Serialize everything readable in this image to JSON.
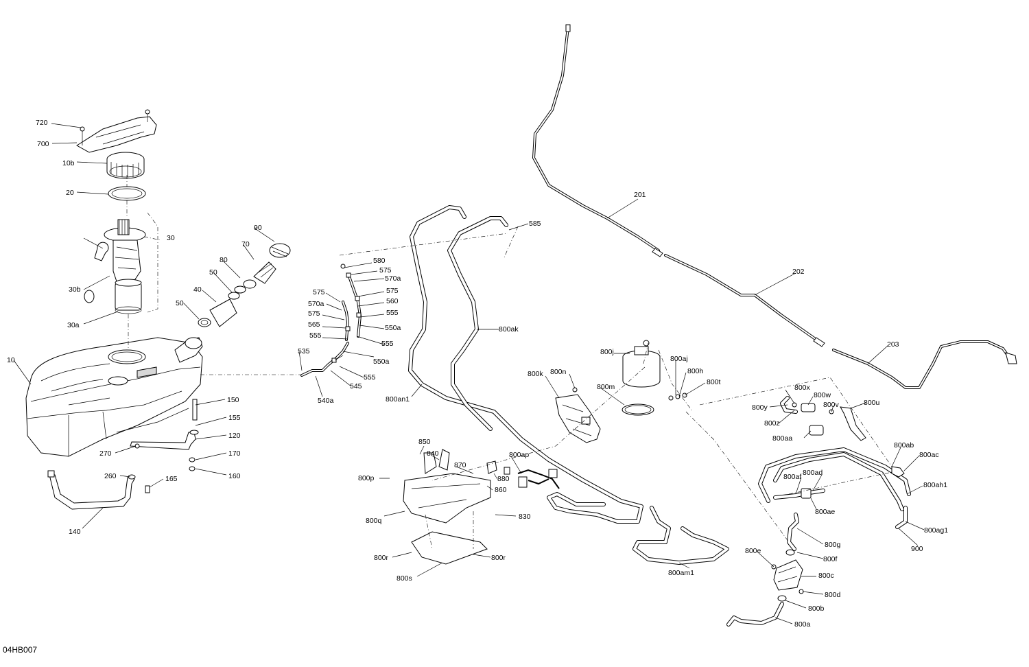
{
  "diagram_code": "04HB007",
  "callouts": [
    "720",
    "700",
    "10b",
    "20",
    "30",
    "30b",
    "30a",
    "90",
    "70",
    "80",
    "50",
    "40",
    "50",
    "10",
    "150",
    "155",
    "120",
    "270",
    "170",
    "260",
    "165",
    "160",
    "140",
    "580",
    "575",
    "570a",
    "575",
    "575",
    "560",
    "570a",
    "555",
    "575",
    "550a",
    "565",
    "555",
    "555",
    "550a",
    "535",
    "555",
    "545",
    "540a",
    "585",
    "800ak",
    "800an1",
    "201",
    "202",
    "203",
    "800j",
    "800aj",
    "800h",
    "800t",
    "800m",
    "800k",
    "800n",
    "800x",
    "800w",
    "800y",
    "800v",
    "800u",
    "800z",
    "800aa",
    "850",
    "840",
    "800ap",
    "870",
    "880",
    "800p",
    "860",
    "800q",
    "830",
    "800r",
    "800r",
    "800s",
    "800ab",
    "800ac",
    "800af",
    "800ad",
    "800ah1",
    "800ae",
    "800ag1",
    "900",
    "800g",
    "800am1",
    "800e",
    "800f",
    "800c",
    "800d",
    "800b",
    "800a"
  ]
}
